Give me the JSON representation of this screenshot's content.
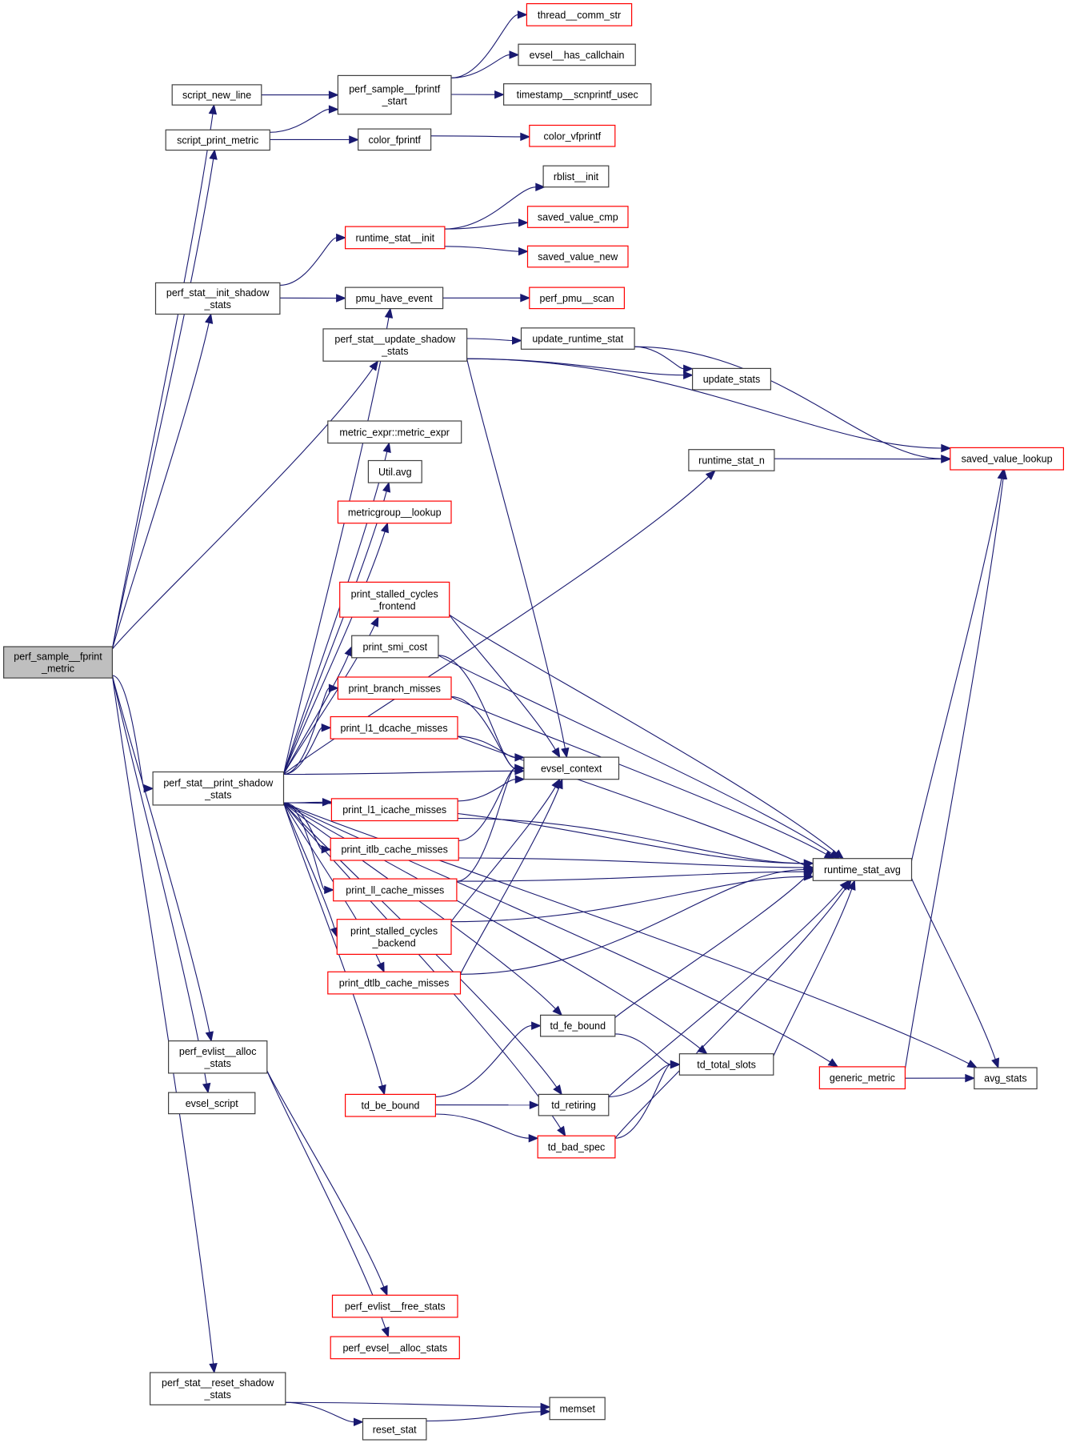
{
  "title": "Call graph of perf_sample__fprint_metric",
  "colors": {
    "edge": "#191970",
    "node_border": "#404040",
    "node_border_external": "#ff0000",
    "root_fill": "#bfbfbf",
    "node_fill": "#ffffff"
  },
  "nodes": [
    {
      "id": "perf_sample__fprint_metric",
      "lines": [
        "perf_sample__fprint",
        "_metric"
      ],
      "style": "root"
    },
    {
      "id": "script_new_line",
      "lines": [
        "script_new_line"
      ],
      "style": "normal"
    },
    {
      "id": "script_print_metric",
      "lines": [
        "script_print_metric"
      ],
      "style": "normal"
    },
    {
      "id": "perf_sample__fprintf_start",
      "lines": [
        "perf_sample__fprintf",
        "_start"
      ],
      "style": "normal"
    },
    {
      "id": "thread__comm_str",
      "lines": [
        "thread__comm_str"
      ],
      "style": "red"
    },
    {
      "id": "evsel__has_callchain",
      "lines": [
        "evsel__has_callchain"
      ],
      "style": "normal"
    },
    {
      "id": "timestamp__scnprintf_usec",
      "lines": [
        "timestamp__scnprintf_usec"
      ],
      "style": "normal"
    },
    {
      "id": "color_fprintf",
      "lines": [
        "color_fprintf"
      ],
      "style": "normal"
    },
    {
      "id": "color_vfprintf",
      "lines": [
        "color_vfprintf"
      ],
      "style": "red"
    },
    {
      "id": "rblist__init",
      "lines": [
        "rblist__init"
      ],
      "style": "normal"
    },
    {
      "id": "saved_value_cmp",
      "lines": [
        "saved_value_cmp"
      ],
      "style": "red"
    },
    {
      "id": "saved_value_new",
      "lines": [
        "saved_value_new"
      ],
      "style": "red"
    },
    {
      "id": "runtime_stat__init",
      "lines": [
        "runtime_stat__init"
      ],
      "style": "red"
    },
    {
      "id": "perf_stat__init_shadow_stats",
      "lines": [
        "perf_stat__init_shadow",
        "_stats"
      ],
      "style": "normal"
    },
    {
      "id": "pmu_have_event",
      "lines": [
        "pmu_have_event"
      ],
      "style": "normal"
    },
    {
      "id": "perf_pmu__scan",
      "lines": [
        "perf_pmu__scan"
      ],
      "style": "red"
    },
    {
      "id": "perf_stat__update_shadow_stats",
      "lines": [
        "perf_stat__update_shadow",
        "_stats"
      ],
      "style": "normal"
    },
    {
      "id": "update_runtime_stat",
      "lines": [
        "update_runtime_stat"
      ],
      "style": "normal"
    },
    {
      "id": "update_stats",
      "lines": [
        "update_stats"
      ],
      "style": "normal"
    },
    {
      "id": "runtime_stat_n",
      "lines": [
        "runtime_stat_n"
      ],
      "style": "normal"
    },
    {
      "id": "saved_value_lookup",
      "lines": [
        "saved_value_lookup"
      ],
      "style": "red"
    },
    {
      "id": "metric_expr",
      "lines": [
        "metric_expr::metric_expr"
      ],
      "style": "normal"
    },
    {
      "id": "util_avg",
      "lines": [
        "Util.avg"
      ],
      "style": "normal"
    },
    {
      "id": "metricgroup__lookup",
      "lines": [
        "metricgroup__lookup"
      ],
      "style": "red"
    },
    {
      "id": "print_stalled_cycles_frontend",
      "lines": [
        "print_stalled_cycles",
        "_frontend"
      ],
      "style": "red"
    },
    {
      "id": "print_smi_cost",
      "lines": [
        "print_smi_cost"
      ],
      "style": "normal"
    },
    {
      "id": "print_branch_misses",
      "lines": [
        "print_branch_misses"
      ],
      "style": "red"
    },
    {
      "id": "print_l1_dcache_misses",
      "lines": [
        "print_l1_dcache_misses"
      ],
      "style": "red"
    },
    {
      "id": "evsel_context",
      "lines": [
        "evsel_context"
      ],
      "style": "normal"
    },
    {
      "id": "perf_stat__print_shadow_stats",
      "lines": [
        "perf_stat__print_shadow",
        "_stats"
      ],
      "style": "normal"
    },
    {
      "id": "print_l1_icache_misses",
      "lines": [
        "print_l1_icache_misses"
      ],
      "style": "red"
    },
    {
      "id": "print_itlb_cache_misses",
      "lines": [
        "print_itlb_cache_misses"
      ],
      "style": "red"
    },
    {
      "id": "print_ll_cache_misses",
      "lines": [
        "print_ll_cache_misses"
      ],
      "style": "red"
    },
    {
      "id": "runtime_stat_avg",
      "lines": [
        "runtime_stat_avg"
      ],
      "style": "normal"
    },
    {
      "id": "print_stalled_cycles_backend",
      "lines": [
        "print_stalled_cycles",
        "_backend"
      ],
      "style": "red"
    },
    {
      "id": "print_dtlb_cache_misses",
      "lines": [
        "print_dtlb_cache_misses"
      ],
      "style": "red"
    },
    {
      "id": "td_fe_bound",
      "lines": [
        "td_fe_bound"
      ],
      "style": "normal"
    },
    {
      "id": "perf_evlist__alloc_stats",
      "lines": [
        "perf_evlist__alloc",
        "_stats"
      ],
      "style": "normal"
    },
    {
      "id": "td_total_slots",
      "lines": [
        "td_total_slots"
      ],
      "style": "normal"
    },
    {
      "id": "generic_metric",
      "lines": [
        "generic_metric"
      ],
      "style": "red"
    },
    {
      "id": "avg_stats",
      "lines": [
        "avg_stats"
      ],
      "style": "normal"
    },
    {
      "id": "evsel_script",
      "lines": [
        "evsel_script"
      ],
      "style": "normal"
    },
    {
      "id": "td_be_bound",
      "lines": [
        "td_be_bound"
      ],
      "style": "red"
    },
    {
      "id": "td_retiring",
      "lines": [
        "td_retiring"
      ],
      "style": "normal"
    },
    {
      "id": "td_bad_spec",
      "lines": [
        "td_bad_spec"
      ],
      "style": "red"
    },
    {
      "id": "perf_evlist__free_stats",
      "lines": [
        "perf_evlist__free_stats"
      ],
      "style": "red"
    },
    {
      "id": "perf_evsel__alloc_stats",
      "lines": [
        "perf_evsel__alloc_stats"
      ],
      "style": "red"
    },
    {
      "id": "perf_stat__reset_shadow_stats",
      "lines": [
        "perf_stat__reset_shadow",
        "_stats"
      ],
      "style": "normal"
    },
    {
      "id": "memset",
      "lines": [
        "memset"
      ],
      "style": "normal"
    },
    {
      "id": "reset_stat",
      "lines": [
        "reset_stat"
      ],
      "style": "normal"
    }
  ],
  "edges": [
    [
      "perf_sample__fprint_metric",
      "script_new_line"
    ],
    [
      "perf_sample__fprint_metric",
      "script_print_metric"
    ],
    [
      "perf_sample__fprint_metric",
      "perf_stat__init_shadow_stats"
    ],
    [
      "perf_sample__fprint_metric",
      "perf_stat__update_shadow_stats"
    ],
    [
      "perf_sample__fprint_metric",
      "perf_stat__print_shadow_stats"
    ],
    [
      "perf_sample__fprint_metric",
      "perf_evlist__alloc_stats"
    ],
    [
      "perf_sample__fprint_metric",
      "evsel_script"
    ],
    [
      "perf_sample__fprint_metric",
      "perf_stat__reset_shadow_stats"
    ],
    [
      "script_new_line",
      "perf_sample__fprintf_start"
    ],
    [
      "script_print_metric",
      "perf_sample__fprintf_start"
    ],
    [
      "script_print_metric",
      "color_fprintf"
    ],
    [
      "perf_sample__fprintf_start",
      "thread__comm_str"
    ],
    [
      "perf_sample__fprintf_start",
      "evsel__has_callchain"
    ],
    [
      "perf_sample__fprintf_start",
      "timestamp__scnprintf_usec"
    ],
    [
      "color_fprintf",
      "color_vfprintf"
    ],
    [
      "runtime_stat__init",
      "rblist__init"
    ],
    [
      "runtime_stat__init",
      "saved_value_cmp"
    ],
    [
      "runtime_stat__init",
      "saved_value_new"
    ],
    [
      "perf_stat__init_shadow_stats",
      "runtime_stat__init"
    ],
    [
      "perf_stat__init_shadow_stats",
      "pmu_have_event"
    ],
    [
      "pmu_have_event",
      "perf_pmu__scan"
    ],
    [
      "perf_stat__update_shadow_stats",
      "update_runtime_stat"
    ],
    [
      "perf_stat__update_shadow_stats",
      "update_stats"
    ],
    [
      "perf_stat__update_shadow_stats",
      "saved_value_lookup"
    ],
    [
      "perf_stat__update_shadow_stats",
      "evsel_context"
    ],
    [
      "update_runtime_stat",
      "update_stats"
    ],
    [
      "update_runtime_stat",
      "saved_value_lookup"
    ],
    [
      "runtime_stat_n",
      "saved_value_lookup"
    ],
    [
      "perf_stat__print_shadow_stats",
      "pmu_have_event"
    ],
    [
      "perf_stat__print_shadow_stats",
      "runtime_stat_n"
    ],
    [
      "perf_stat__print_shadow_stats",
      "metric_expr"
    ],
    [
      "perf_stat__print_shadow_stats",
      "util_avg"
    ],
    [
      "perf_stat__print_shadow_stats",
      "metricgroup__lookup"
    ],
    [
      "perf_stat__print_shadow_stats",
      "runtime_stat_avg"
    ],
    [
      "perf_stat__print_shadow_stats",
      "print_stalled_cycles_frontend"
    ],
    [
      "perf_stat__print_shadow_stats",
      "print_smi_cost"
    ],
    [
      "perf_stat__print_shadow_stats",
      "print_branch_misses"
    ],
    [
      "perf_stat__print_shadow_stats",
      "print_l1_dcache_misses"
    ],
    [
      "perf_stat__print_shadow_stats",
      "evsel_context"
    ],
    [
      "perf_stat__print_shadow_stats",
      "print_l1_icache_misses"
    ],
    [
      "perf_stat__print_shadow_stats",
      "print_itlb_cache_misses"
    ],
    [
      "perf_stat__print_shadow_stats",
      "print_ll_cache_misses"
    ],
    [
      "perf_stat__print_shadow_stats",
      "print_stalled_cycles_backend"
    ],
    [
      "perf_stat__print_shadow_stats",
      "print_dtlb_cache_misses"
    ],
    [
      "perf_stat__print_shadow_stats",
      "td_fe_bound"
    ],
    [
      "perf_stat__print_shadow_stats",
      "td_total_slots"
    ],
    [
      "perf_stat__print_shadow_stats",
      "td_be_bound"
    ],
    [
      "perf_stat__print_shadow_stats",
      "td_retiring"
    ],
    [
      "perf_stat__print_shadow_stats",
      "td_bad_spec"
    ],
    [
      "perf_stat__print_shadow_stats",
      "generic_metric"
    ],
    [
      "perf_stat__print_shadow_stats",
      "avg_stats"
    ],
    [
      "print_stalled_cycles_frontend",
      "evsel_context"
    ],
    [
      "print_stalled_cycles_frontend",
      "runtime_stat_avg"
    ],
    [
      "print_smi_cost",
      "evsel_context"
    ],
    [
      "print_smi_cost",
      "runtime_stat_avg"
    ],
    [
      "print_branch_misses",
      "evsel_context"
    ],
    [
      "print_branch_misses",
      "runtime_stat_avg"
    ],
    [
      "print_l1_dcache_misses",
      "evsel_context"
    ],
    [
      "print_l1_dcache_misses",
      "runtime_stat_avg"
    ],
    [
      "print_l1_icache_misses",
      "evsel_context"
    ],
    [
      "print_l1_icache_misses",
      "runtime_stat_avg"
    ],
    [
      "print_itlb_cache_misses",
      "evsel_context"
    ],
    [
      "print_itlb_cache_misses",
      "runtime_stat_avg"
    ],
    [
      "print_ll_cache_misses",
      "evsel_context"
    ],
    [
      "print_ll_cache_misses",
      "runtime_stat_avg"
    ],
    [
      "print_stalled_cycles_backend",
      "evsel_context"
    ],
    [
      "print_stalled_cycles_backend",
      "runtime_stat_avg"
    ],
    [
      "print_dtlb_cache_misses",
      "evsel_context"
    ],
    [
      "print_dtlb_cache_misses",
      "runtime_stat_avg"
    ],
    [
      "runtime_stat_avg",
      "saved_value_lookup"
    ],
    [
      "runtime_stat_avg",
      "avg_stats"
    ],
    [
      "td_fe_bound",
      "runtime_stat_avg"
    ],
    [
      "td_fe_bound",
      "td_total_slots"
    ],
    [
      "td_total_slots",
      "runtime_stat_avg"
    ],
    [
      "td_be_bound",
      "td_fe_bound"
    ],
    [
      "td_be_bound",
      "td_retiring"
    ],
    [
      "td_be_bound",
      "td_bad_spec"
    ],
    [
      "td_retiring",
      "td_total_slots"
    ],
    [
      "td_retiring",
      "runtime_stat_avg"
    ],
    [
      "td_bad_spec",
      "td_total_slots"
    ],
    [
      "td_bad_spec",
      "runtime_stat_avg"
    ],
    [
      "generic_metric",
      "saved_value_lookup"
    ],
    [
      "generic_metric",
      "avg_stats"
    ],
    [
      "perf_evlist__alloc_stats",
      "perf_evlist__free_stats"
    ],
    [
      "perf_evlist__alloc_stats",
      "perf_evsel__alloc_stats"
    ],
    [
      "perf_stat__reset_shadow_stats",
      "memset"
    ],
    [
      "perf_stat__reset_shadow_stats",
      "reset_stat"
    ],
    [
      "reset_stat",
      "memset"
    ]
  ]
}
